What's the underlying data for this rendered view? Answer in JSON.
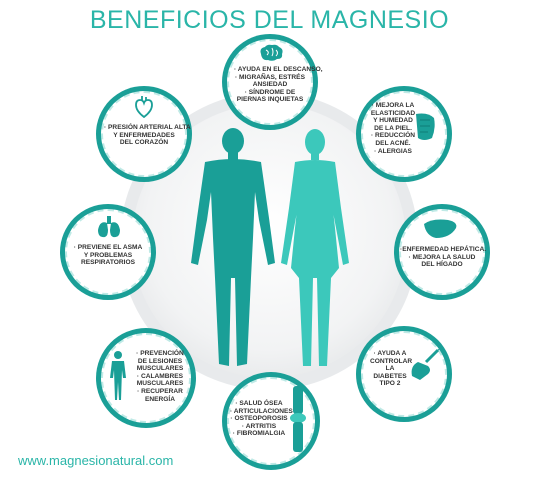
{
  "title": "BENEFICIOS DEL MAGNESIO",
  "footer_url": "www.magnesionatural.com",
  "colors": {
    "teal_dark": "#1a9f97",
    "teal_light": "#3cc8bb",
    "title": "#2ab5a8"
  },
  "bubbles": {
    "top": {
      "icon": "brain-icon",
      "lines": [
        "· AYUDA EN EL DESCANSO,",
        "· MIGRAÑAS, ESTRÉS",
        "ANSIEDAD",
        "· SÍNDROME DE",
        "PIERNAS INQUIETAS"
      ]
    },
    "top_left": {
      "icon": "heart-icon",
      "lines": [
        "· PRESIÓN ARTERIAL ALTA",
        "Y ENFERMEDADES",
        "DEL CORAZÓN"
      ]
    },
    "top_right": {
      "icon": "skin-icon",
      "lines": [
        "· MEJORA LA",
        "ELASTICIDAD",
        "Y HUMEDAD",
        "DE LA PIEL.",
        "· REDUCCIÓN",
        "DEL ACNÉ.",
        "· ALERGIAS"
      ]
    },
    "left": {
      "icon": "lungs-icon",
      "lines": [
        "· PREVIENE EL ASMA",
        "Y PROBLEMAS",
        "RESPIRATORIOS"
      ]
    },
    "right": {
      "icon": "liver-icon",
      "lines": [
        "·ENFERMEDAD HEPÁTICA.",
        "· MEJORA LA SALUD",
        "DEL HÍGADO"
      ]
    },
    "bottom_left": {
      "icon": "muscle-body-icon",
      "lines": [
        "· PREVENCIÓN",
        "DE LESIONES",
        "MUSCULARES",
        "· CALAMBRES",
        "MUSCULARES",
        "· RECUPERAR",
        "ENERGÍA"
      ]
    },
    "bottom_right": {
      "icon": "injection-hand-icon",
      "lines": [
        "· AYUDA A",
        "CONTROLAR",
        "LA",
        "DIABETES",
        "TIPO 2"
      ]
    },
    "bottom": {
      "icon": "knee-joint-icon",
      "lines": [
        "· SALUD ÓSEA",
        "· ARTICULACIONES",
        "· OSTEOPOROSIS",
        "· ARTRITIS",
        "· FIBROMIALGIA"
      ]
    }
  }
}
